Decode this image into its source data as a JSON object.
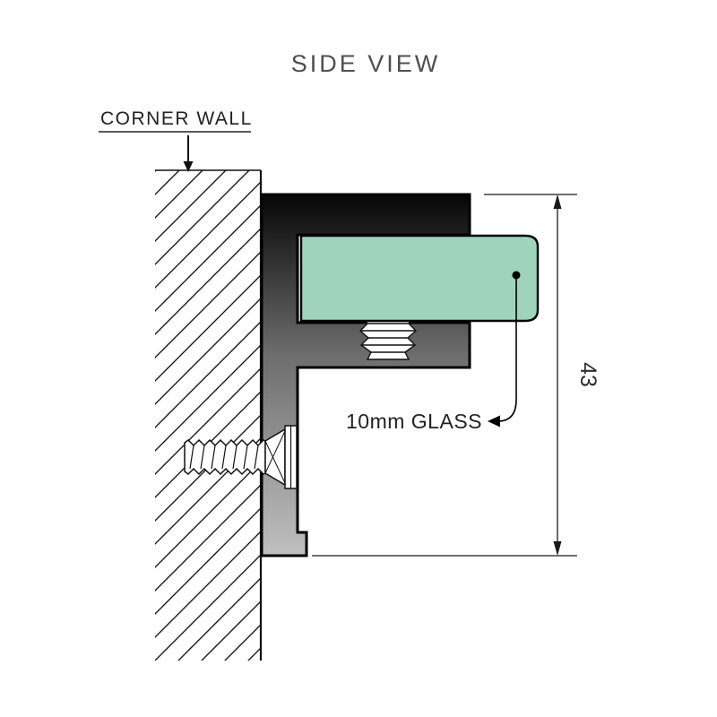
{
  "title": "SIDE VIEW",
  "annotations": {
    "corner_wall_label": "CORNER WALL",
    "glass_label": "10mm GLASS",
    "dimension_value": "43"
  },
  "colors": {
    "glass": "#9FD4BA",
    "title_text": "#4F4F4F",
    "label_text": "#222222",
    "bracket_top": "#060606",
    "bracket_mid": "#6E6E6E",
    "bracket_bottom": "#C0C0C0",
    "line": "#000000"
  }
}
